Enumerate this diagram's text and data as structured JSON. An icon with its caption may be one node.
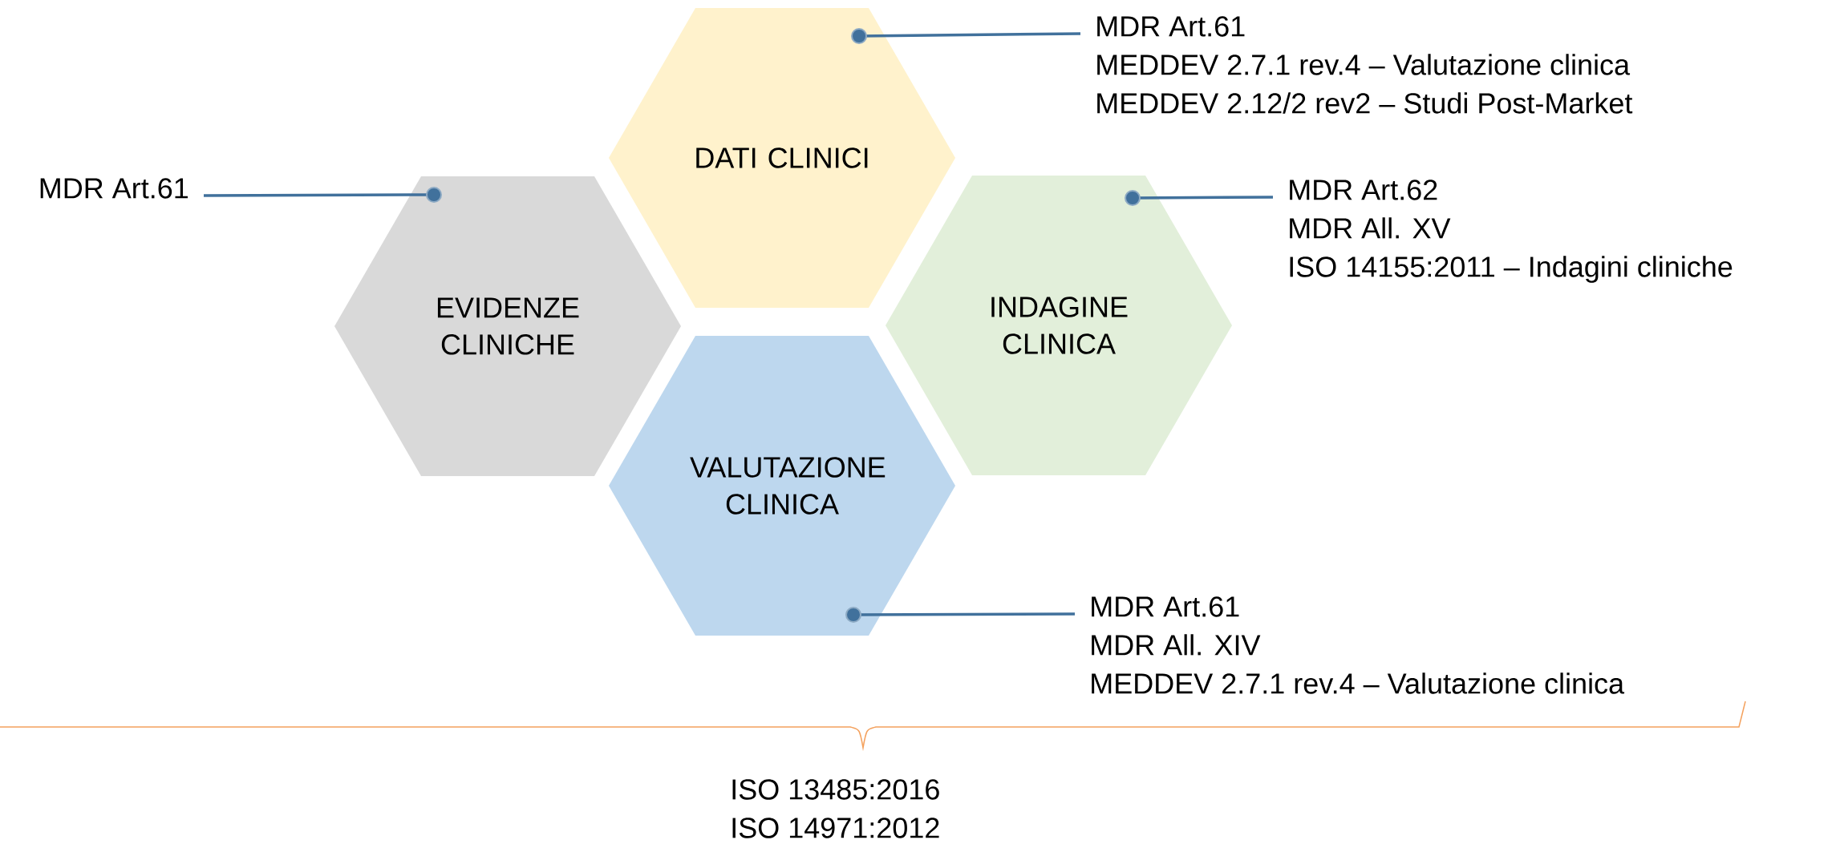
{
  "diagram": {
    "nodes": [
      {
        "text": [
          "DATI CLINICI"
        ]
      },
      {
        "text": [
          "MDR Art.61",
          "MEDDEV 2.7.1 rev.4 – Valutazione clinica",
          "MEDDEV 2.12/2 rev2 – Studi Post-Market"
        ]
      },
      {
        "text": [
          "MDR Art.61"
        ]
      },
      {
        "text": [
          "EVIDENZE CLINICHE"
        ]
      },
      {
        "text": [
          "MDR Art.62",
          "MDR All. XV",
          "ISO 14155:2011 – Indagini cliniche"
        ]
      },
      {
        "text": [
          "INDAGINE CLINICA"
        ]
      },
      {
        "text": [
          "VALUTAZIONE CLINICA"
        ]
      },
      {
        "text": [
          "MDR Art.61",
          "MDR All. XIV",
          "MEDDEV 2.7.1 rev.4 – Valutazione clinica"
        ]
      }
    ],
    "edges": [
      {
        "from": 1,
        "to": 0,
        "arrow": "other"
      },
      {
        "from": 2,
        "to": 3,
        "arrow": "other"
      },
      {
        "from": 4,
        "to": 5,
        "arrow": "other"
      },
      {
        "from": 7,
        "to": 6,
        "arrow": "other"
      }
    ],
    "labels": [
      "ISO 13485:2016",
      "ISO 14971:2012"
    ]
  }
}
